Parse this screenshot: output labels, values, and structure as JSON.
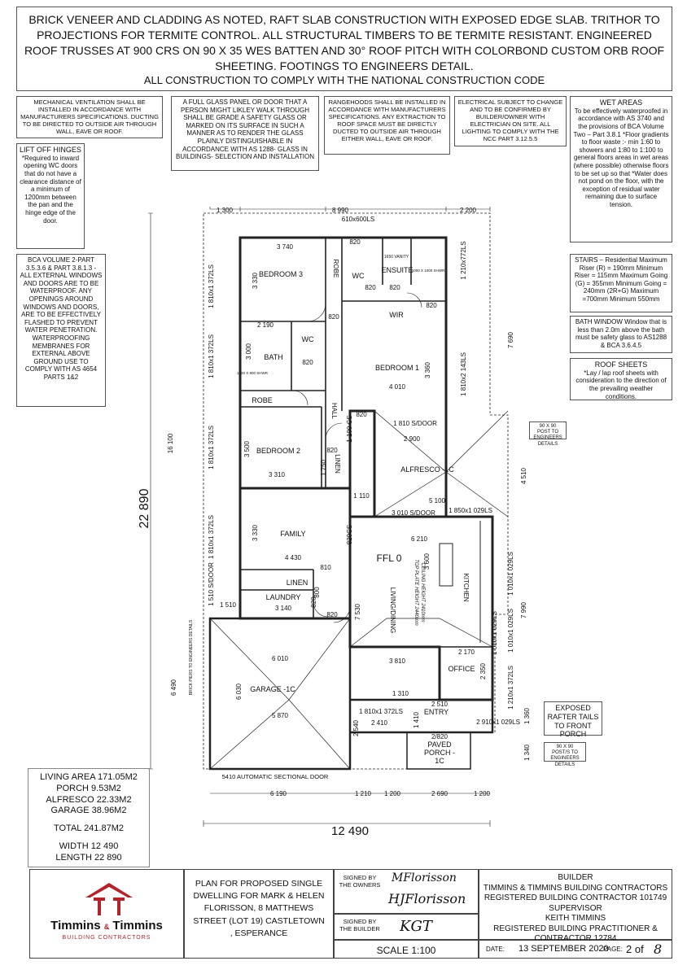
{
  "header": {
    "line1": "BRICK VENEER AND CLADDING AS NOTED,  RAFT SLAB CONSTRUCTION WITH EXPOSED EDGE SLAB. TRITHOR TO PROJECTIONS FOR TERMITE CONTROL. ALL STRUCTURAL TIMBERS TO BE TERMITE RESISTANT. ENGINEERED ROOF TRUSSES AT 900 CRS ON 90 X 35 WES BATTEN AND 30° ROOF PITCH WITH COLORBOND CUSTOM ORB ROOF SHEETING. FOOTINGS TO ENGINEERS DETAIL.",
    "line2": "ALL CONSTRUCTION TO COMPLY WITH THE NATIONAL CONSTRUCTION CODE"
  },
  "notes": {
    "mech_vent": "MECHANICAL VENTILATION SHALL BE INSTALLED IN ACCORDANCE WITH MANUFACTURERS SPECIFICATIONS. DUCTING TO BE DIRECTED TO OUTSIDE AIR THROUGH WALL, EAVE OR ROOF.",
    "glass": "A FULL GLASS PANEL OR DOOR THAT A PERSON MIGHT LIKLEY WALK THROUGH SHALL BE GRADE A SAFETY GLASS OR MARKED ON ITS SURFACE IN SUCH A MANNER AS TO RENDER THE GLASS PLAINLY DISTINGUISHABLE IN ACCORDANCE WITH AS 1288- GLASS IN BUILDINGS- SELECTION AND INSTALLATION",
    "rangehood": "RANGEHOODS SHALL BE INSTALLED IN ACCORDANCE WITH MANUFACTURERS SPECIFICATIONS. ANY EXTRACTION TO ROOF SPACE MUST BE DIRECTLY DUCTED TO OUTSIDE AIR THROUGH EITHER WALL, EAVE OR ROOF.",
    "electrical": "ELECTRICAL SUBJECT TO CHANGE AND TO BE CONFIRMED BY BUILDER/OWNER WITH ELECTRICIAN ON SITE. ALL LIGHTING TO COMPLY WITH THE NCC PART 3.12.5.5",
    "wet_title": "WET AREAS",
    "wet_body": "To be effectively waterproofed in accordance with AS 3740 and the provisions of BCA Volume Two – Part  3.8.1 *Floor gradients to floor waste :- min 1:60 to showers and 1:80 to 1:100 to general floors areas in wet areas (where possible) otherwise floors to be set up so that *Water does not pond on the floor, with the exception of residual water remaining due to surface tension.",
    "lift_title": "LIFT OFF HINGES",
    "lift_body": "*Required to inward opening WC doors that do not have a clearance distance of a minimum of 1200mm between the pan and the hinge edge of the door.",
    "bca": "BCA VOLUME 2-PART 3.5.3.6 & PART 3.8.1.3 - ALL EXTERNAL WINDOWS AND DOORS ARE TO BE WATERPROOF. ANY OPENINGS AROUND WINDOWS AND DOORS, ARE TO BE EFFECTIVELY FLASHED TO PREVENT WATER PENETRATION. WATERPROOFING MEMBRANES FOR EXTERNAL ABOVE GROUND USE TO COMPLY WITH AS 4654 PARTS 1&2",
    "stairs": "STAIRS – Residential Maximum Riser (R) = 190mm Minimum Riser = 115mm Maximum Going (G) = 355mm Minimum Going = 240mm (2R+G) Maximum =700mm Minimum 550mm",
    "bath_window": "BATH WINDOW Window that is less than 2.0m above the bath must be safety glass to AS1288 & BCA 3.6.4.5",
    "roof_title": "ROOF SHEETS",
    "roof_body": "*Lay / lap roof sheets with consideration to the direction of the prevailing weather conditions.",
    "post1": "90 X 90 POST TO ENGINEERS DETAILS",
    "rafter": "EXPOSED RAFTER TAILS TO FRONT PORCH",
    "post2": "90 X 90 POST/S TO ENGINEERS DETAILS",
    "brick_piers": "BRICK PIERS TO ENGINEERS DETAILS"
  },
  "plan": {
    "rooms": {
      "bed3": "BEDROOM 3",
      "robe1": "ROBE",
      "wc1": "WC",
      "ensuite": "ENSUITE",
      "wir": "WIR",
      "bath": "BATH",
      "wc2": "WC",
      "bed1": "BEDROOM 1",
      "robe2": "ROBE",
      "hall": "HALL",
      "bed2": "BEDROOM 2",
      "linen1": "LINEN",
      "alfresco": "ALFRESCO -1C",
      "family": "FAMILY",
      "ffl": "FFL 0",
      "kitchen": "KITCHEN",
      "living": "LIVING/DINING",
      "linen2": "LINEN",
      "laundry": "LAUNDRY",
      "garage": "GARAGE -1C",
      "office": "OFFICE",
      "entry": "ENTRY",
      "porch1": "PAVED",
      "porch2": "PORCH -",
      "porch3": "1C",
      "ceiling1": "TOP PLATE HEIGHT 2440mm",
      "ceiling2": "CEILING HEIGHT 2410mm",
      "vanity": "1650 VANITY",
      "shower": "1000 X 1000 SHWR",
      "shower2": "1000 X 900 SHWR"
    },
    "dims": {
      "d1300": "1 300",
      "d8990": "8 990",
      "d2200": "2 200",
      "d610": "610x600LS",
      "d3740": "3 740",
      "d3330a": "3 330",
      "d1210": "1 210x772LS",
      "d7690": "7 690",
      "d820a": "820",
      "d820b": "820",
      "d2190": "2 190",
      "d3000": "3 000",
      "d820c": "820",
      "d4010": "4 010",
      "d3360": "3 360",
      "d1810_143": "1 810x2 143LS",
      "d820d": "820",
      "d820e": "820",
      "d1810sd": "1 810 S/DOOR",
      "d2900": "2 900",
      "d1100cs": "1 100 CS",
      "d3500": "3 500",
      "d3310": "3 310",
      "d1750": "1 750",
      "d820f": "820",
      "d4510": "4 510",
      "d1110": "1 110",
      "d5100": "5 100",
      "d3010sd": "3 010 S/DOOR",
      "d1850": "1 850x1 029LS",
      "d16100": "16 100",
      "d22890": "22 890",
      "d1810_372a": "1 810x1 372LS",
      "d1810_372b": "1 810x1 372LS",
      "d1810_372c": "1 810x1 372LS",
      "d1810_372d": "1 810x1 372LS",
      "d1510sd": "1 510 S/DOOR",
      "d3330b": "3 330",
      "d4430": "4 430",
      "d820cs": "820CS",
      "d6210": "6 210",
      "d3600": "3 600",
      "d1010a": "1 010x1 029LS",
      "d1010b": "1 010x1 029LS",
      "d1010c": "1 010x1 029LS",
      "d7990": "7 990",
      "d1510": "1 510",
      "d3140": "3 140",
      "d800": "800",
      "d820g": "820",
      "d820h": "820",
      "d7530": "7 530",
      "d6010": "6 010",
      "d6030": "6 030",
      "d6490": "6 490",
      "d3810": "3 810",
      "d2170": "2 170",
      "d2350": "2 350",
      "d1210_1372": "1 210x1 372LS",
      "d1310": "1 310",
      "d2510": "2 510",
      "d5870": "5 870",
      "d1810_1372": "1 810x1 372LS",
      "d2410": "2 410",
      "d1410": "1 410",
      "d2910": "2 910x1 029LS",
      "d1360": "1 360",
      "d2540": "2 540",
      "d2820": "2/820",
      "d1340": "1 340",
      "d820i": "820",
      "d820j": "820",
      "d810": "810",
      "garage_door": "5410 AUTOMATIC SECTIONAL DOOR",
      "b6190": "6 190",
      "b1210": "1 210",
      "b1200a": "1 200",
      "b2690": "2 690",
      "b1200b": "1 200",
      "total": "12 490"
    }
  },
  "areas": {
    "living": "LIVING AREA 171.05m2",
    "porch": "PORCH 9.53m2",
    "alfresco": "ALFRESCO 22.33m2",
    "garage": "GARAGE 38.96m2",
    "total": "TOTAL 241.87m2",
    "width": "WIDTH 12 490",
    "length": "LENGTH 22 890"
  },
  "title_block": {
    "company1": "Timmins",
    "amp": "&",
    "company2": "Timmins",
    "company_sub": "BUILDING CONTRACTORS",
    "plan_desc": "PLAN FOR PROPOSED SINGLE DWELLING FOR MARK & HELEN FLORISSON, 8 MATTHEWS STREET (LOT 19) CASTLETOWN , ESPERANCE",
    "signed_owners": "SIGNED BY THE OWNERS",
    "signed_builder": "SIGNED BY THE BUILDER",
    "sig_owner1": "MFlorisson",
    "sig_owner2": "HJFlorisson",
    "sig_builder": "KGT",
    "builder_label": "BUILDER",
    "builder_name": "TIMMINS & TIMMINS BUILDING CONTRACTORS",
    "builder_reg": "REGISTERED BUILDING CONTRACTOR 101749",
    "supervisor_label": "SUPERVISOR",
    "supervisor_name": "KEITH TIMMINS",
    "supervisor_reg": "REGISTERED BUILDING PRACTITIONER & CONTRACTOR 12784",
    "scale": "SCALE 1:100",
    "date_label": "DATE:",
    "date": "13 SEPTEMBER 2020",
    "page_label": "PAGE:",
    "page_num": "2 of",
    "page_total": "8",
    "brand_color": "#b3232a"
  }
}
